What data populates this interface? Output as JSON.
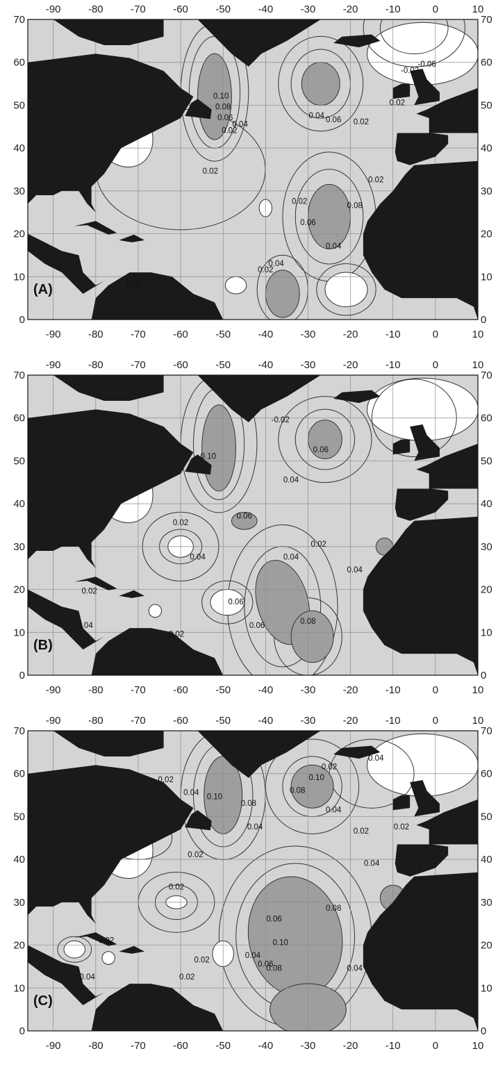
{
  "x_ticks": [
    "-90",
    "-80",
    "-70",
    "-60",
    "-50",
    "-40",
    "-30",
    "-20",
    "-10",
    "0",
    "10"
  ],
  "y_ticks": [
    "0",
    "10",
    "20",
    "30",
    "40",
    "50",
    "60",
    "70"
  ],
  "colors": {
    "ocean": "#d4d4d4",
    "shade": "#9e9e9e",
    "land": "#1a1a1a",
    "contour": "#333333"
  },
  "panels": [
    {
      "id": "A",
      "label": "(A)",
      "contour_labels": [
        {
          "text": "0.10",
          "lon": -50.5,
          "lat": 51.5
        },
        {
          "text": "0.08",
          "lon": -50,
          "lat": 49
        },
        {
          "text": "0.06",
          "lon": -49.5,
          "lat": 46.5
        },
        {
          "text": "0.04",
          "lon": -46,
          "lat": 45
        },
        {
          "text": "0.02",
          "lon": -48.5,
          "lat": 43.5
        },
        {
          "text": "0.02",
          "lon": -53,
          "lat": 34
        },
        {
          "text": "0.02",
          "lon": -71,
          "lat": 7.5
        },
        {
          "text": "0.02",
          "lon": -40,
          "lat": 11
        },
        {
          "text": "0.04",
          "lon": -37.5,
          "lat": 12.5
        },
        {
          "text": "0.04",
          "lon": -28,
          "lat": 47
        },
        {
          "text": "0.06",
          "lon": -24,
          "lat": 46
        },
        {
          "text": "0.02",
          "lon": -17.5,
          "lat": 45.5
        },
        {
          "text": "0.02",
          "lon": -32,
          "lat": 27
        },
        {
          "text": "0.06",
          "lon": -30,
          "lat": 22
        },
        {
          "text": "0.08",
          "lon": -19,
          "lat": 26
        },
        {
          "text": "0.04",
          "lon": -24,
          "lat": 16.5
        },
        {
          "text": "-0.02",
          "lon": -6,
          "lat": 57.5
        },
        {
          "text": "-0.06",
          "lon": -2,
          "lat": 59
        },
        {
          "text": "0.02",
          "lon": -14,
          "lat": 32
        },
        {
          "text": "0.02",
          "lon": -9,
          "lat": 50
        }
      ]
    },
    {
      "id": "B",
      "label": "(B)",
      "contour_labels": [
        {
          "text": "0.10",
          "lon": -53.5,
          "lat": 50.5
        },
        {
          "text": "-0.02",
          "lon": -36.5,
          "lat": 59
        },
        {
          "text": "0.06",
          "lon": -27,
          "lat": 52
        },
        {
          "text": "0.04",
          "lon": -34,
          "lat": 45
        },
        {
          "text": "0.02",
          "lon": -60,
          "lat": 35
        },
        {
          "text": "0.06",
          "lon": -45,
          "lat": 36.5
        },
        {
          "text": "0.04",
          "lon": -56,
          "lat": 27
        },
        {
          "text": "0.02",
          "lon": -27.5,
          "lat": 30
        },
        {
          "text": "0.04",
          "lon": -34,
          "lat": 27
        },
        {
          "text": "0.04",
          "lon": -19,
          "lat": 24
        },
        {
          "text": "0.06",
          "lon": -42,
          "lat": 11
        },
        {
          "text": "0.08",
          "lon": -30,
          "lat": 12
        },
        {
          "text": "0.06",
          "lon": -47,
          "lat": 16.5
        },
        {
          "text": "0.02",
          "lon": -61,
          "lat": 9
        },
        {
          "text": "0.02",
          "lon": -81.5,
          "lat": 19
        },
        {
          "text": "0.04",
          "lon": -82.5,
          "lat": 11
        }
      ]
    },
    {
      "id": "C",
      "label": "(C)",
      "contour_labels": [
        {
          "text": "0.02",
          "lon": -63.5,
          "lat": 58
        },
        {
          "text": "0.04",
          "lon": -57.5,
          "lat": 55
        },
        {
          "text": "0.08",
          "lon": -44,
          "lat": 52.5
        },
        {
          "text": "0.10",
          "lon": -52,
          "lat": 54
        },
        {
          "text": "0.04",
          "lon": -42.5,
          "lat": 47
        },
        {
          "text": "0.08",
          "lon": -32.5,
          "lat": 55.5
        },
        {
          "text": "0.10",
          "lon": -28,
          "lat": 58.5
        },
        {
          "text": "0.02",
          "lon": -25,
          "lat": 61
        },
        {
          "text": "0.04",
          "lon": -14,
          "lat": 63
        },
        {
          "text": "0.04",
          "lon": -24,
          "lat": 51
        },
        {
          "text": "0.02",
          "lon": -17.5,
          "lat": 46
        },
        {
          "text": "0.02",
          "lon": -8,
          "lat": 47
        },
        {
          "text": "0.02",
          "lon": -56.5,
          "lat": 40.5
        },
        {
          "text": "0.02",
          "lon": -61,
          "lat": 33
        },
        {
          "text": "0.04",
          "lon": -15,
          "lat": 38.5
        },
        {
          "text": "0.06",
          "lon": -38,
          "lat": 25.5
        },
        {
          "text": "0.10",
          "lon": -36.5,
          "lat": 20
        },
        {
          "text": "0.08",
          "lon": -24,
          "lat": 28
        },
        {
          "text": "0.04",
          "lon": -43,
          "lat": 17
        },
        {
          "text": "0.06",
          "lon": -40,
          "lat": 15
        },
        {
          "text": "0.08",
          "lon": -38,
          "lat": 14
        },
        {
          "text": "0.04",
          "lon": -19,
          "lat": 14
        },
        {
          "text": "0.02",
          "lon": -77.5,
          "lat": 20.5
        },
        {
          "text": "0.04",
          "lon": -82,
          "lat": 12
        },
        {
          "text": "0.02",
          "lon": -55,
          "lat": 16
        },
        {
          "text": "0.02",
          "lon": -58.5,
          "lat": 12
        }
      ]
    }
  ]
}
